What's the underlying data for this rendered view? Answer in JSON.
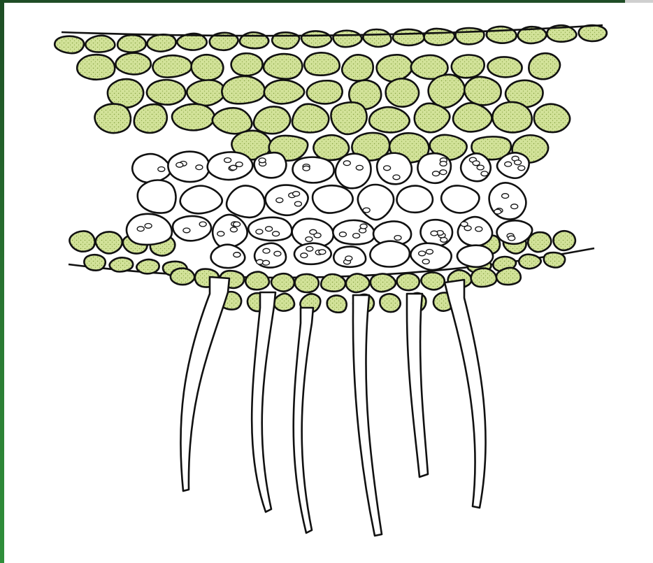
{
  "figure": {
    "colors": {
      "photosynthetic_fill": "#d3e39a",
      "photosynthetic_stipple": "#7f9c3a",
      "storage_fill": "#ffffff",
      "outline": "#111111",
      "frame_accent": "#2a7a33"
    },
    "regions": [
      "upper-photosynthetic-layer",
      "storage-layer",
      "lower-photosynthetic-layer",
      "rhizoids"
    ],
    "rhizoid_count": 6
  }
}
